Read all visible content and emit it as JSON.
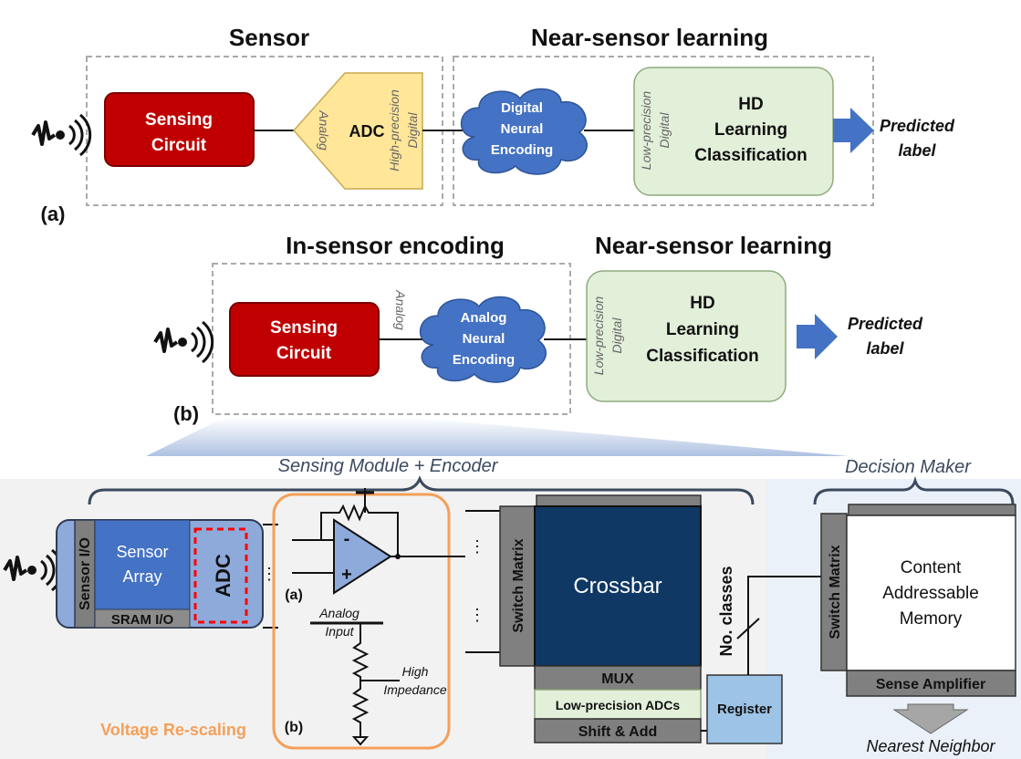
{
  "panel_a": {
    "sensor_title": "Sensor",
    "near_sensor_title": "Near-sensor learning",
    "sensing_circuit": [
      "Sensing",
      "Circuit"
    ],
    "adc": "ADC",
    "analog": "Analog",
    "high_precision": "High-precision",
    "digital": "Digital",
    "encoding": [
      "Digital",
      "Neural",
      "Encoding"
    ],
    "low_precision": "Low-precision",
    "digital2": "Digital",
    "hd": [
      "HD",
      "Learning",
      "Classification"
    ],
    "predicted": [
      "Predicted",
      "label"
    ],
    "label": "(a)"
  },
  "panel_b": {
    "in_sensor_title": "In-sensor encoding",
    "near_sensor_title": "Near-sensor learning",
    "sensing_circuit": [
      "Sensing",
      "Circuit"
    ],
    "analog": "Analog",
    "encoding": [
      "Analog",
      "Neural",
      "Encoding"
    ],
    "low_precision": "Low-precision",
    "digital": "Digital",
    "hd": [
      "HD",
      "Learning",
      "Classification"
    ],
    "predicted": [
      "Predicted",
      "label"
    ],
    "label": "(b)"
  },
  "bottom": {
    "sensing_module": "Sensing Module + Encoder",
    "decision_maker": "Decision Maker",
    "sensor_io": "Sensor I/O",
    "sensor_array": [
      "Sensor",
      "Array"
    ],
    "adc": "ADC",
    "sram_io": "SRAM I/O",
    "sub_a": "(a)",
    "sub_b": "(b)",
    "minus": "-",
    "plus": "+",
    "analog_input": [
      "Analog",
      "Input"
    ],
    "high_impedance": [
      "High",
      "Impedance"
    ],
    "voltage_rescaling": "Voltage Re-scaling",
    "switch_matrix": "Switch Matrix",
    "crossbar": "Crossbar",
    "mux": "MUX",
    "low_prec_adcs": "Low-precision ADCs",
    "shift_add": "Shift & Add",
    "no_classes": "No. classes",
    "register": "Register",
    "switch_matrix2": "Switch Matrix",
    "cam": [
      "Content",
      "Addressable",
      "Memory"
    ],
    "sense_amp": "Sense Amplifier",
    "nearest_neighbor": "Nearest Neighbor",
    "dots": "⋮"
  },
  "colors": {
    "red_box": "#c00000",
    "adc_yellow": "#ffe699",
    "cloud_blue": "#4472c4",
    "hd_green": "#e2efd9",
    "arrow_blue": "#4472c4",
    "crossbar": "#0f3864",
    "gray": "#808080",
    "register": "#9dc3e6",
    "orange": "#f4a05a"
  }
}
